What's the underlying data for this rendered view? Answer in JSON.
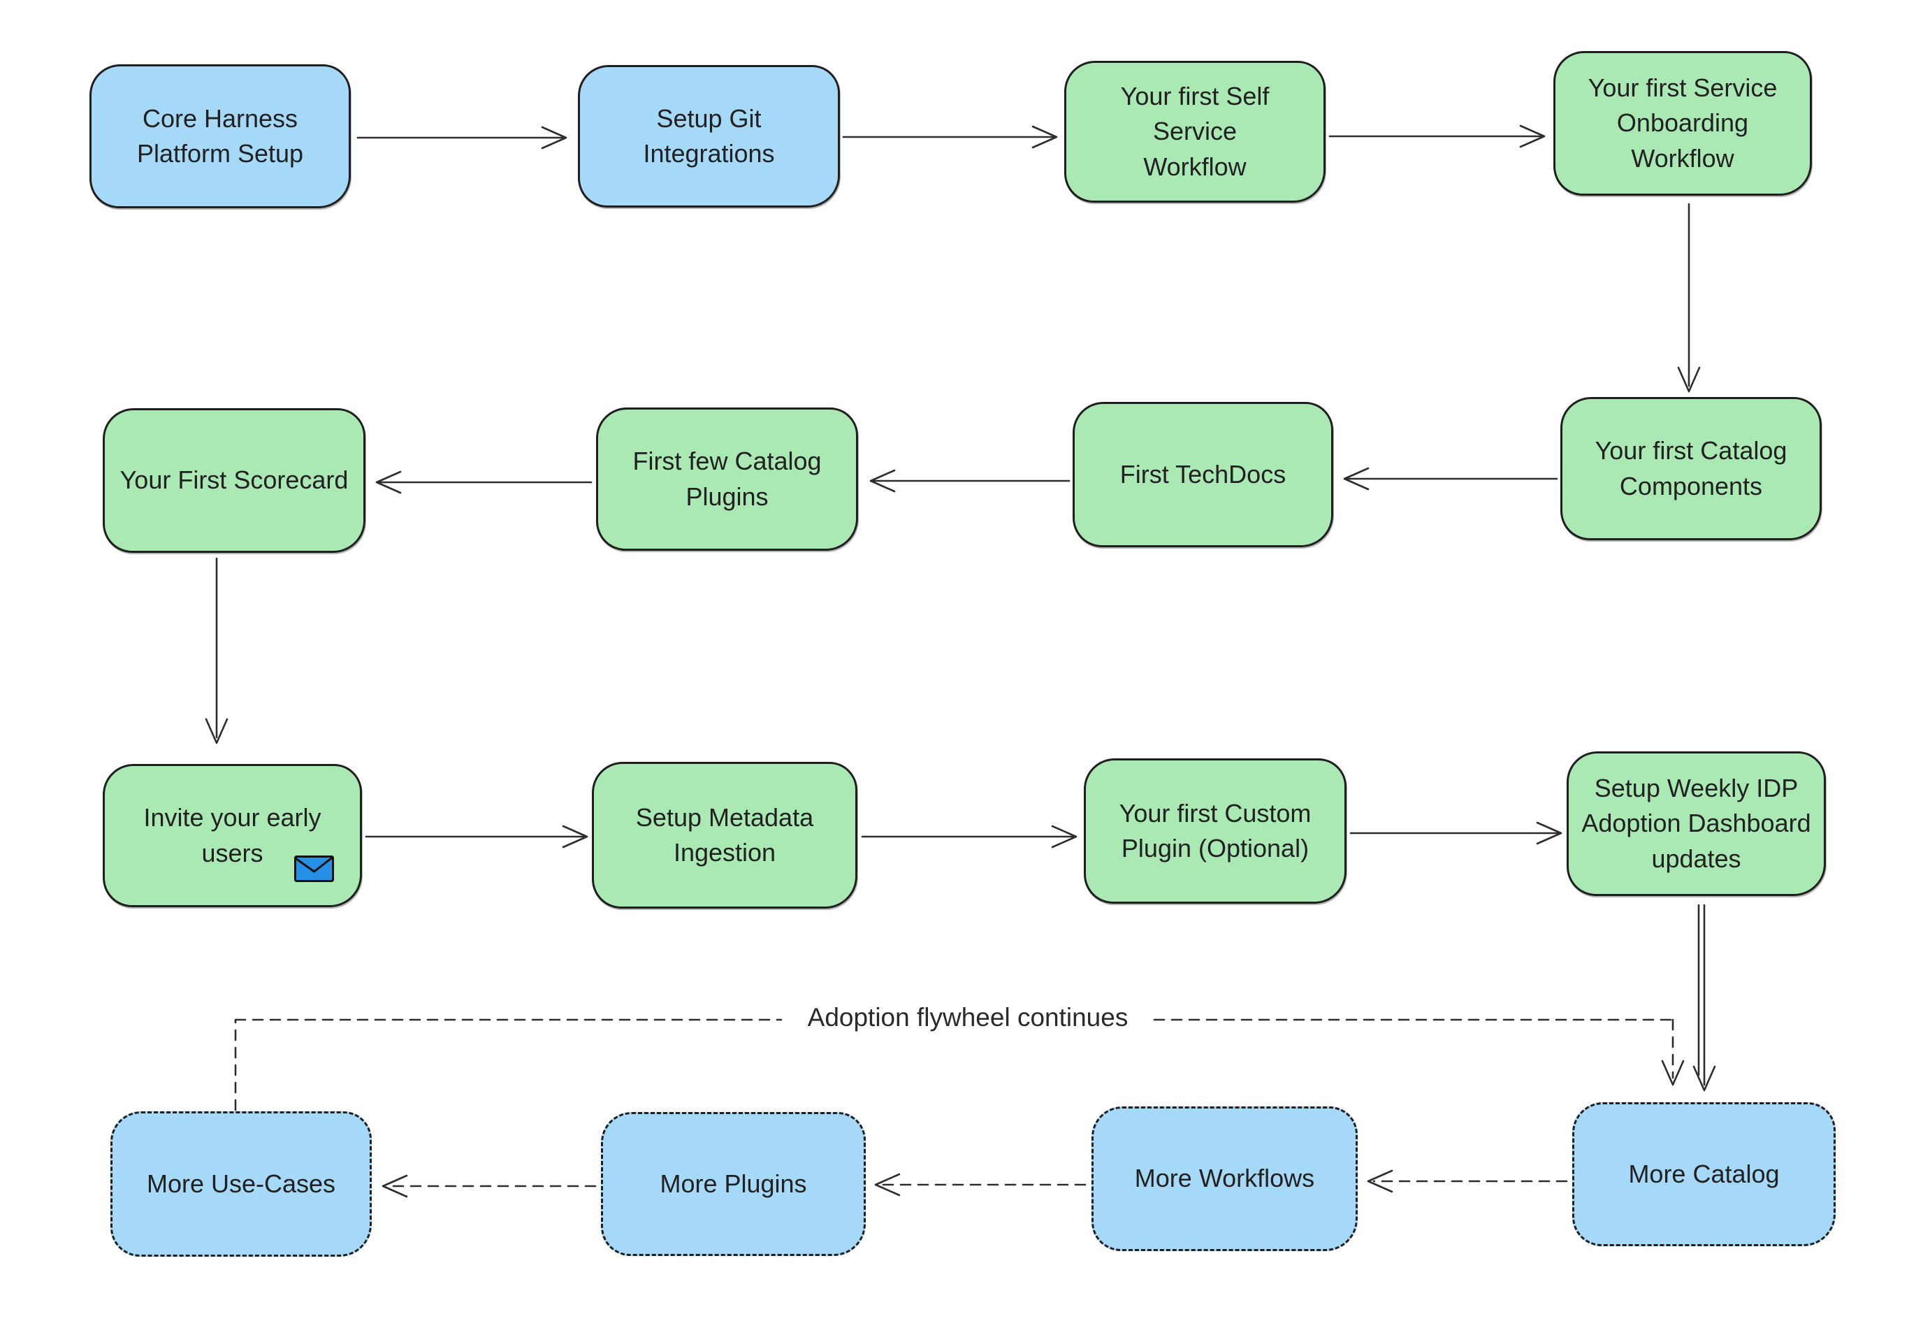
{
  "colors": {
    "background": "#ffffff",
    "node-blue": "#a6d9f8",
    "node-green": "#abe9b4",
    "border": "#1f1f1f",
    "text": "#212121",
    "arrow": "#2d2d2d",
    "envelope-blue": "#2590e6"
  },
  "flywheel": {
    "label": "Adoption flywheel continues"
  },
  "nodes": [
    {
      "id": "core-harness-platform-setup",
      "label": "Core Harness\nPlatform Setup",
      "color": "blue",
      "border": "solid"
    },
    {
      "id": "setup-git-integrations",
      "label": "Setup Git\nIntegrations",
      "color": "blue",
      "border": "solid"
    },
    {
      "id": "first-self-service-workflow",
      "label": "Your first Self Service\nWorkflow",
      "color": "green",
      "border": "solid"
    },
    {
      "id": "first-service-onboarding-workflow",
      "label": "Your first Service\nOnboarding\nWorkflow",
      "color": "green",
      "border": "solid"
    },
    {
      "id": "first-catalog-components",
      "label": "Your first Catalog\nComponents",
      "color": "green",
      "border": "solid"
    },
    {
      "id": "first-techdocs",
      "label": "First TechDocs",
      "color": "green",
      "border": "solid"
    },
    {
      "id": "first-few-catalog-plugins",
      "label": "First few Catalog\nPlugins",
      "color": "green",
      "border": "solid"
    },
    {
      "id": "first-scorecard",
      "label": "Your First Scorecard",
      "color": "green",
      "border": "solid"
    },
    {
      "id": "invite-early-users",
      "label": "Invite your early\nusers",
      "color": "green",
      "border": "solid",
      "icon": "envelope-icon"
    },
    {
      "id": "setup-metadata-ingestion",
      "label": "Setup Metadata\nIngestion",
      "color": "green",
      "border": "solid"
    },
    {
      "id": "first-custom-plugin",
      "label": "Your first Custom\nPlugin (Optional)",
      "color": "green",
      "border": "solid"
    },
    {
      "id": "weekly-idp-adoption-dashboard",
      "label": "Setup Weekly IDP\nAdoption Dashboard\nupdates",
      "color": "green",
      "border": "solid"
    },
    {
      "id": "more-catalog",
      "label": "More Catalog",
      "color": "blue",
      "border": "dashed"
    },
    {
      "id": "more-workflows",
      "label": "More Workflows",
      "color": "blue",
      "border": "dashed"
    },
    {
      "id": "more-plugins",
      "label": "More Plugins",
      "color": "blue",
      "border": "dashed"
    },
    {
      "id": "more-use-cases",
      "label": "More Use-Cases",
      "color": "blue",
      "border": "dashed"
    }
  ],
  "edges": [
    {
      "from": "core-harness-platform-setup",
      "to": "setup-git-integrations",
      "style": "solid"
    },
    {
      "from": "setup-git-integrations",
      "to": "first-self-service-workflow",
      "style": "solid"
    },
    {
      "from": "first-self-service-workflow",
      "to": "first-service-onboarding-workflow",
      "style": "solid"
    },
    {
      "from": "first-service-onboarding-workflow",
      "to": "first-catalog-components",
      "style": "solid"
    },
    {
      "from": "first-catalog-components",
      "to": "first-techdocs",
      "style": "solid"
    },
    {
      "from": "first-techdocs",
      "to": "first-few-catalog-plugins",
      "style": "solid"
    },
    {
      "from": "first-few-catalog-plugins",
      "to": "first-scorecard",
      "style": "solid"
    },
    {
      "from": "first-scorecard",
      "to": "invite-early-users",
      "style": "solid"
    },
    {
      "from": "invite-early-users",
      "to": "setup-metadata-ingestion",
      "style": "solid"
    },
    {
      "from": "setup-metadata-ingestion",
      "to": "first-custom-plugin",
      "style": "solid"
    },
    {
      "from": "first-custom-plugin",
      "to": "weekly-idp-adoption-dashboard",
      "style": "solid"
    },
    {
      "from": "weekly-idp-adoption-dashboard",
      "to": "more-catalog",
      "style": "solid"
    },
    {
      "from": "more-catalog",
      "to": "more-workflows",
      "style": "dashed"
    },
    {
      "from": "more-workflows",
      "to": "more-plugins",
      "style": "dashed"
    },
    {
      "from": "more-plugins",
      "to": "more-use-cases",
      "style": "dashed"
    },
    {
      "from": "more-use-cases",
      "to": "more-catalog",
      "style": "dashed",
      "label": "Adoption flywheel continues"
    }
  ]
}
